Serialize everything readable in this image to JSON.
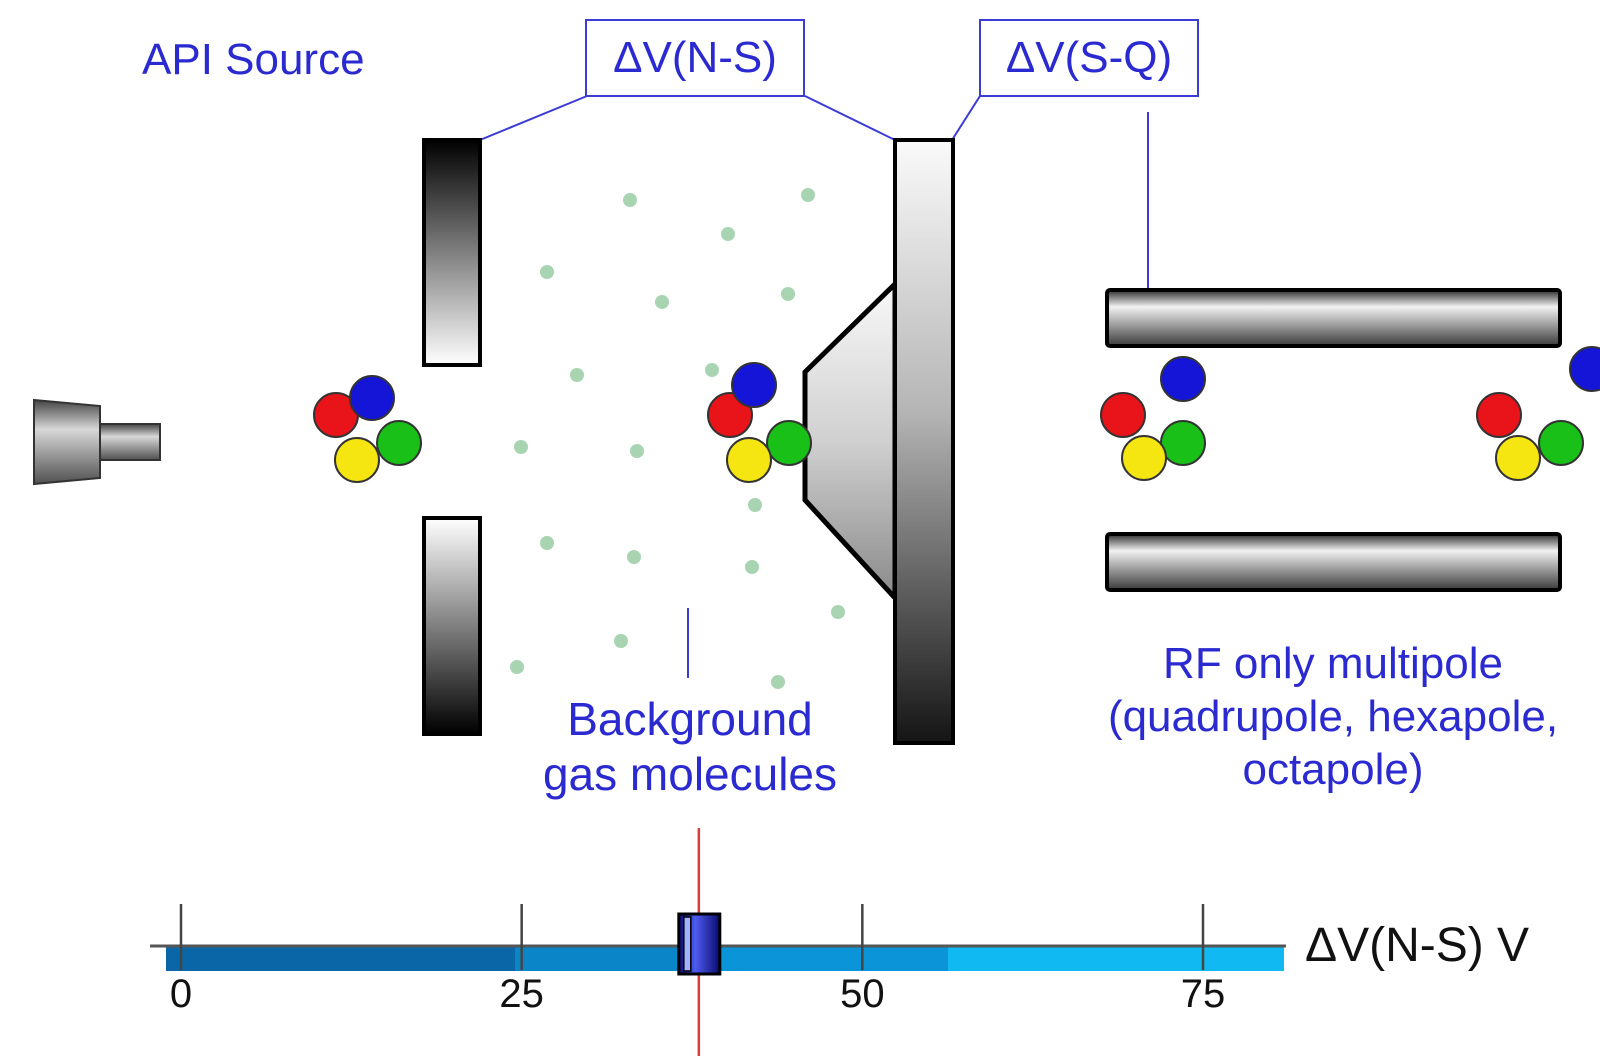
{
  "labels": {
    "api_source": "API Source",
    "dv_ns": "ΔV(N-S)",
    "dv_sq": "ΔV(S-Q)",
    "background_line1": "Background",
    "background_line2": "gas molecules",
    "multipole_line1": "RF only multipole",
    "multipole_line2": "(quadrupole, hexapole,",
    "multipole_line3": "octapole)"
  },
  "scale": {
    "title": "ΔV(N-S) V",
    "min": 0,
    "max": 80,
    "ticks": [
      "0",
      "25",
      "50",
      "75"
    ],
    "slider_value": 38
  },
  "colors": {
    "label": "#2a2ad0",
    "ion_red": "#e8141a",
    "ion_blue": "#1515d8",
    "ion_green": "#18c018",
    "ion_yellow": "#f5e510",
    "gas": "#a9d4b2",
    "indicator": "#e23b3b"
  }
}
